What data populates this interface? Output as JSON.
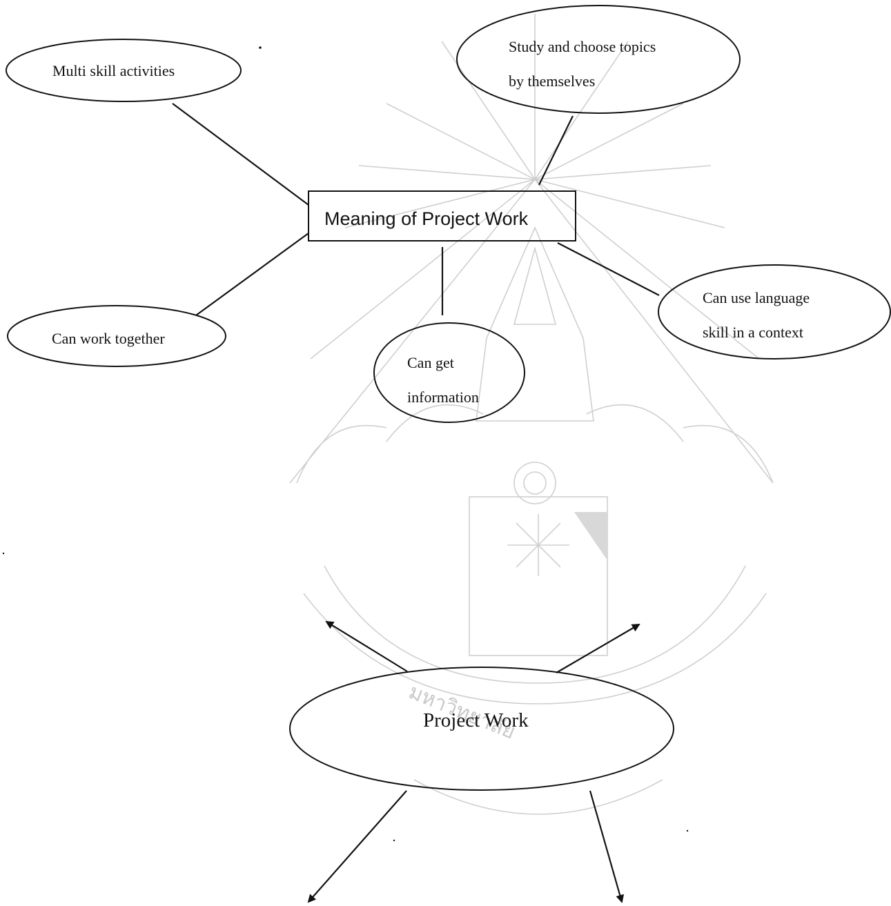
{
  "colors": {
    "ink": "#111111",
    "watermark": "#cfcfcf"
  },
  "diagram1": {
    "center": "Meaning of Project Work",
    "nodes": {
      "multi_skill": "Multi skill activities",
      "study_line1": "Study and choose topics",
      "study_line2": "by themselves",
      "language_line1": "Can use language",
      "language_line2": "skill in a context",
      "work_together": "Can work together",
      "info_line1": "Can get",
      "info_line2": "information"
    }
  },
  "diagram2": {
    "center": "Project Work"
  },
  "watermark": {
    "label": "มหาวิทยาลัย"
  }
}
